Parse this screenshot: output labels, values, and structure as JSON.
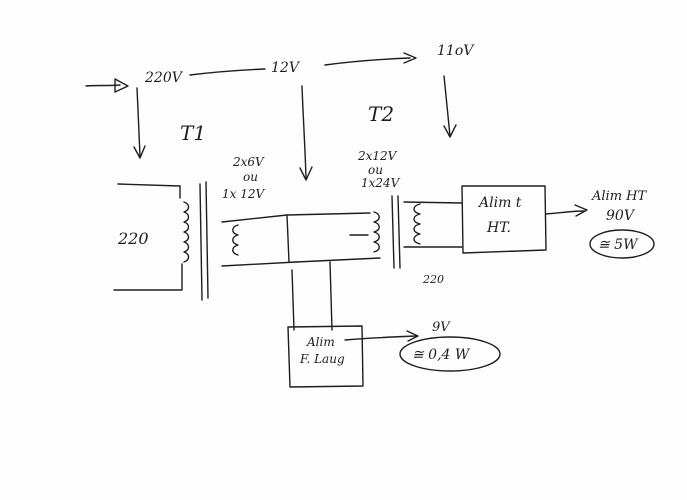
{
  "labels": {
    "input_voltage": "220V",
    "mid_voltage": "12V",
    "output_voltage": "11oV",
    "t1": "T1",
    "t2": "T2",
    "primary_220": "220",
    "t1_secondary_line1": "2x6V",
    "t1_secondary_line2": "ou",
    "t1_secondary_line3": "1x 12V",
    "t2_secondary_line1": "2x12V",
    "t2_secondary_line2": "ou",
    "t2_secondary_line3": "1x24V",
    "t2_output_220": "220",
    "alim_ht_box_line1": "Alim t",
    "alim_ht_box_line2": "HT.",
    "alim_ht_out_line1": "Alim HT",
    "alim_ht_out_line2": "90V",
    "power_ht": "≅ 5W",
    "alim_fil_box_line1": "Alim",
    "alim_fil_box_line2": "F. Laug",
    "fil_voltage": "9V",
    "power_fil": "≅ 0,4 W"
  },
  "colors": {
    "ink": "#1e1e1e",
    "paper": "#fdfdfd"
  }
}
